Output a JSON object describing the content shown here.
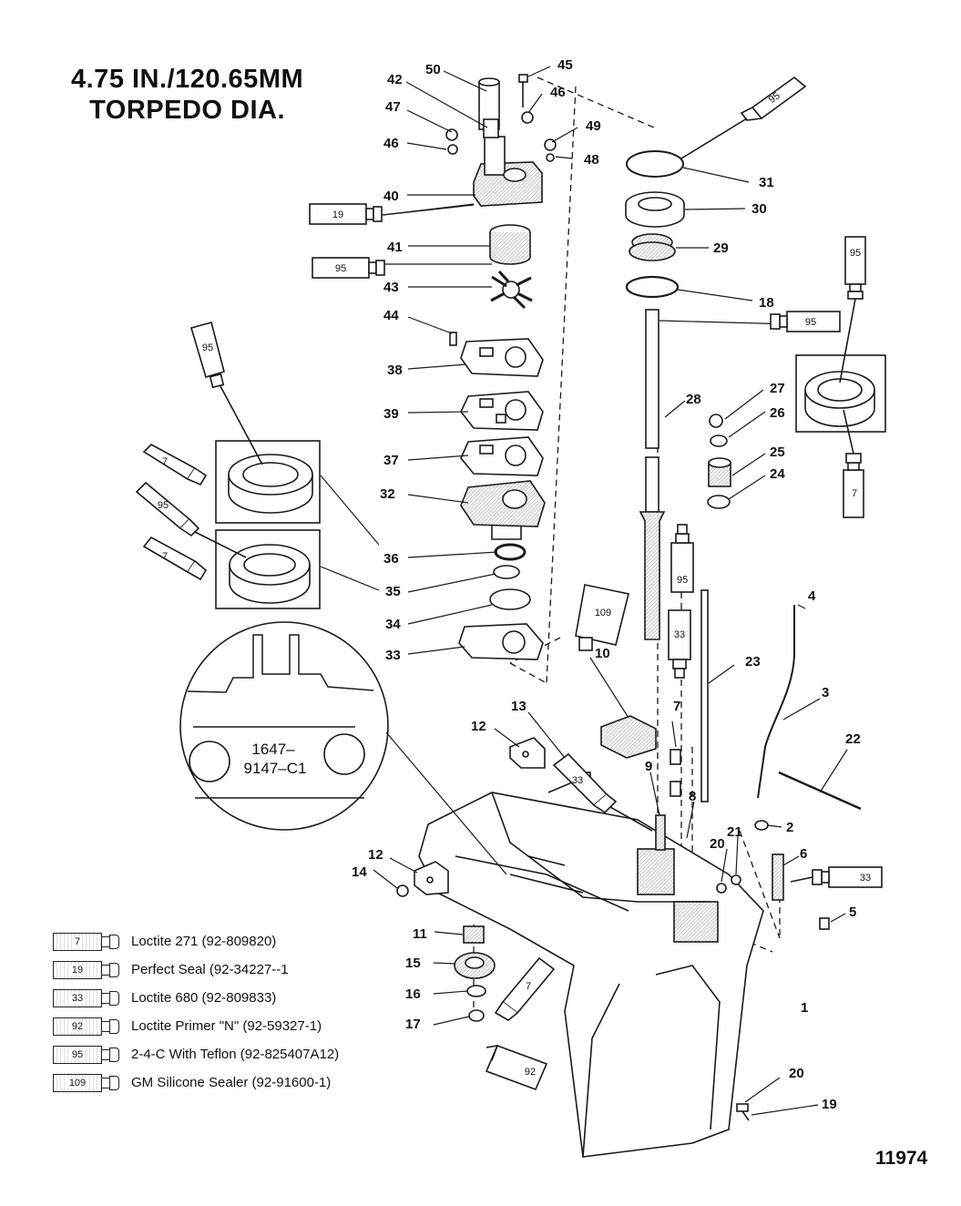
{
  "title": {
    "line1": "4.75 IN./120.65MM",
    "line2": "TORPEDO DIA."
  },
  "figure_number": "11974",
  "inset_casting_text": {
    "line1": "1647–",
    "line2": "9147–C1"
  },
  "callouts": [
    "50",
    "45",
    "42",
    "46",
    "47",
    "46",
    "49",
    "48",
    "40",
    "41",
    "43",
    "44",
    "38",
    "39",
    "37",
    "32",
    "36",
    "35",
    "34",
    "33",
    "31",
    "30",
    "29",
    "18",
    "28",
    "27",
    "26",
    "25",
    "24",
    "10",
    "13",
    "12",
    "23",
    "7",
    "9",
    "8",
    "4",
    "3",
    "22",
    "2",
    "20",
    "21",
    "6",
    "5",
    "12",
    "14",
    "11",
    "15",
    "16",
    "17",
    "1",
    "20",
    "19"
  ],
  "tube_tags": [
    "95",
    "19",
    "95",
    "95",
    "7",
    "95",
    "7",
    "7",
    "95",
    "95",
    "109",
    "33",
    "33",
    "33",
    "7",
    "92"
  ],
  "legend": [
    {
      "code": "7",
      "text": "Loctite 271 (92-809820)"
    },
    {
      "code": "19",
      "text": "Perfect Seal (92-34227--1"
    },
    {
      "code": "33",
      "text": "Loctite 680 (92-809833)"
    },
    {
      "code": "92",
      "text": "Loctite Primer \"N\" (92-59327-1)"
    },
    {
      "code": "95",
      "text": "2-4-C With Teflon (92-825407A12)"
    },
    {
      "code": "109",
      "text": "GM Silicone Sealer (92-91600-1)"
    }
  ]
}
